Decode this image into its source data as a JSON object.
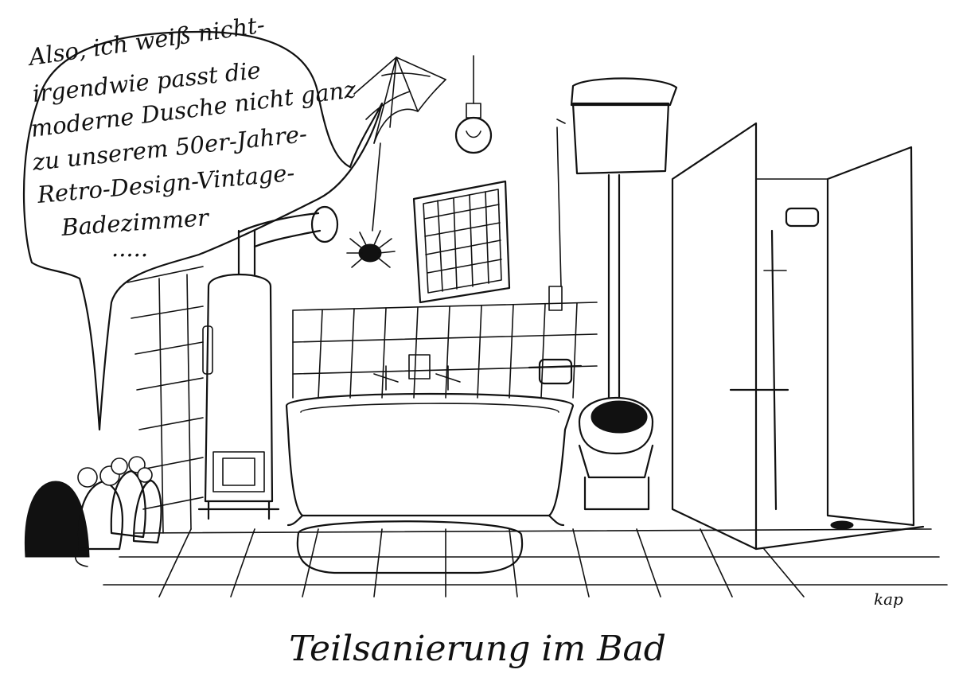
{
  "speech_bubble": {
    "lines": [
      "Also, ich weiß nicht-",
      "irgendwie passt die",
      "moderne Dusche nicht ganz",
      "zu unserem 50er-Jahre-",
      "Retro-Design-Vintage-",
      "Badezimmer",
      "....."
    ]
  },
  "caption": "Teilsanierung im Bad",
  "signature": "kap",
  "colors": {
    "ink": "#111111",
    "paper": "#ffffff"
  }
}
